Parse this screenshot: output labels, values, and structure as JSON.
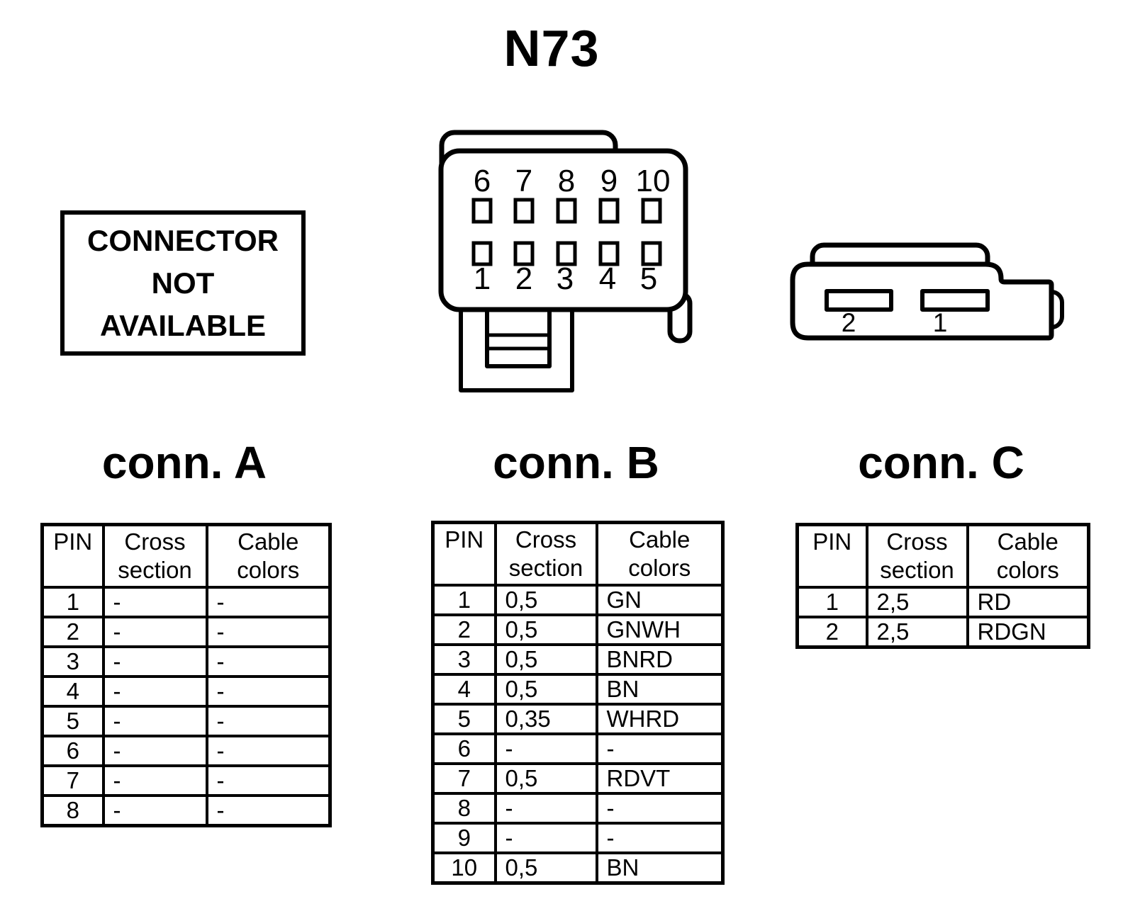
{
  "page_title": "N73",
  "not_available_box": {
    "lines": [
      "CONNECTOR",
      "NOT",
      "AVAILABLE"
    ]
  },
  "connector_b_drawing": {
    "top_row_pins": [
      "6",
      "7",
      "8",
      "9",
      "10"
    ],
    "bottom_row_pins": [
      "1",
      "2",
      "3",
      "4",
      "5"
    ]
  },
  "connector_c_drawing": {
    "slot_labels": [
      "2",
      "1"
    ]
  },
  "tables": [
    {
      "id": "conn-a",
      "title": "conn. A",
      "headers": [
        "PIN",
        "Cross section",
        "Cable colors"
      ],
      "rows": [
        [
          "1",
          "-",
          "-"
        ],
        [
          "2",
          "-",
          "-"
        ],
        [
          "3",
          "-",
          "-"
        ],
        [
          "4",
          "-",
          "-"
        ],
        [
          "5",
          "-",
          "-"
        ],
        [
          "6",
          "-",
          "-"
        ],
        [
          "7",
          "-",
          "-"
        ],
        [
          "8",
          "-",
          "-"
        ]
      ]
    },
    {
      "id": "conn-b",
      "title": "conn. B",
      "headers": [
        "PIN",
        "Cross section",
        "Cable colors"
      ],
      "rows": [
        [
          "1",
          "0,5",
          "GN"
        ],
        [
          "2",
          "0,5",
          "GNWH"
        ],
        [
          "3",
          "0,5",
          "BNRD"
        ],
        [
          "4",
          "0,5",
          "BN"
        ],
        [
          "5",
          "0,35",
          "WHRD"
        ],
        [
          "6",
          "-",
          "-"
        ],
        [
          "7",
          "0,5",
          "RDVT"
        ],
        [
          "8",
          "-",
          "-"
        ],
        [
          "9",
          "-",
          "-"
        ],
        [
          "10",
          "0,5",
          "BN"
        ]
      ]
    },
    {
      "id": "conn-c",
      "title": "conn. C",
      "headers": [
        "PIN",
        "Cross section",
        "Cable colors"
      ],
      "rows": [
        [
          "1",
          "2,5",
          "RD"
        ],
        [
          "2",
          "2,5",
          "RDGN"
        ]
      ]
    }
  ],
  "colors": {
    "ink": "#000000",
    "background": "#ffffff"
  }
}
